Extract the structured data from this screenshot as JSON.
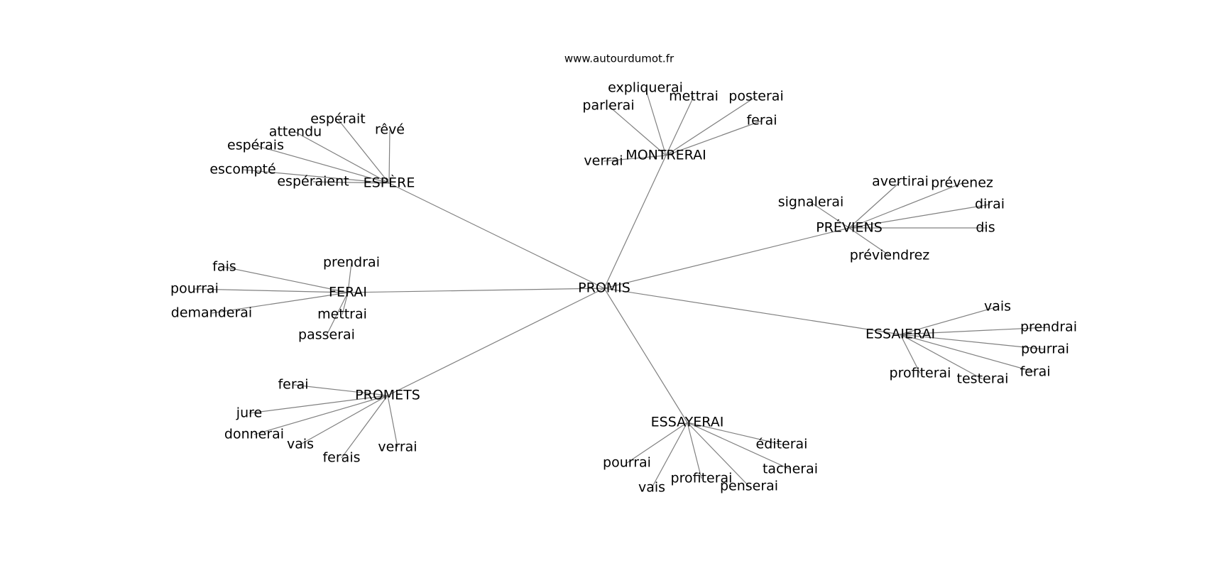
{
  "source": "www.autourdumot.fr",
  "root": "PROMIS",
  "clusters": [
    {
      "hub": "ESPÈRE",
      "words": [
        "espérait",
        "rêvé",
        "attendu",
        "espérais",
        "escompté",
        "espéraient"
      ]
    },
    {
      "hub": "MONTRERAI",
      "words": [
        "expliquerai",
        "parlerai",
        "mettrai",
        "posterai",
        "ferai",
        "verrai"
      ]
    },
    {
      "hub": "PRÉVIENS",
      "words": [
        "avertirai",
        "prévenez",
        "signalerai",
        "dirai",
        "dis",
        "préviendrez"
      ]
    },
    {
      "hub": "FERAI",
      "words": [
        "prendrai",
        "fais",
        "pourrai",
        "demanderai",
        "mettrai",
        "passerai"
      ]
    },
    {
      "hub": "ESSAIERAI",
      "words": [
        "vais",
        "prendrai",
        "pourrai",
        "ferai",
        "profiterai",
        "testerai"
      ]
    },
    {
      "hub": "PROMETS",
      "words": [
        "ferai",
        "jure",
        "donnerai",
        "vais",
        "ferais",
        "verrai"
      ]
    },
    {
      "hub": "ESSAYERAI",
      "words": [
        "éditerai",
        "tacherai",
        "pourrai",
        "vais",
        "profiterai",
        "penserai"
      ]
    }
  ]
}
